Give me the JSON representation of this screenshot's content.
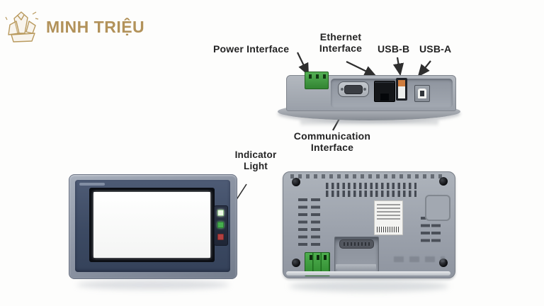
{
  "brand": {
    "name": "MINH TRIỆU"
  },
  "callouts": {
    "power": "Power Interface",
    "ethernet_line1": "Ethernet",
    "ethernet_line2": "Interface",
    "usb_b": "USB-B",
    "usb_a": "USB-A",
    "communication_line1": "Communication",
    "communication_line2": "Interface",
    "indicator_line1": "Indicator",
    "indicator_line2": "Light"
  },
  "device": {
    "views": [
      "top-port-view",
      "front-view",
      "back-view"
    ],
    "top_view_ports": [
      "power-terminal-3pin",
      "db9-serial-connector",
      "rj45-ethernet-port",
      "usb-flat-port",
      "usb-square-port"
    ],
    "front_view": {
      "led_colors": [
        "#ecf8e6",
        "#46ae4e",
        "#b14040"
      ]
    },
    "back_view": {
      "features": [
        "mount-slots",
        "vent-slots",
        "product-label-sticker",
        "serial-cavity",
        "power-terminal-3pin",
        "corner-screws"
      ]
    }
  },
  "colors": {
    "brand_gold": "#b2925a",
    "annotation_text": "#242424",
    "device_gray": "#a3a9b2",
    "bezel_slate": "#44516a",
    "terminal_green": "#3f9e3f",
    "screen_white": "#ffffff"
  }
}
